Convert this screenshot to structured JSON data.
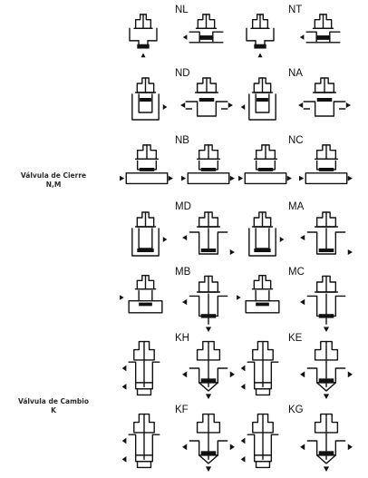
{
  "side_labels": {
    "cierre": {
      "line1": "Válvula de Cierre",
      "line2": "N,M"
    },
    "cambio": {
      "line1": "Válvula de Cambio",
      "line2": "K"
    }
  },
  "rows": [
    {
      "left_code": "NL",
      "right_code": "NT"
    },
    {
      "left_code": "ND",
      "right_code": "NA"
    },
    {
      "left_code": "NB",
      "right_code": "NC"
    },
    {
      "left_code": "MD",
      "right_code": "MA"
    },
    {
      "left_code": "MB",
      "right_code": "MC"
    },
    {
      "left_code": "KH",
      "right_code": "KE"
    },
    {
      "left_code": "KF",
      "right_code": "KG"
    }
  ]
}
